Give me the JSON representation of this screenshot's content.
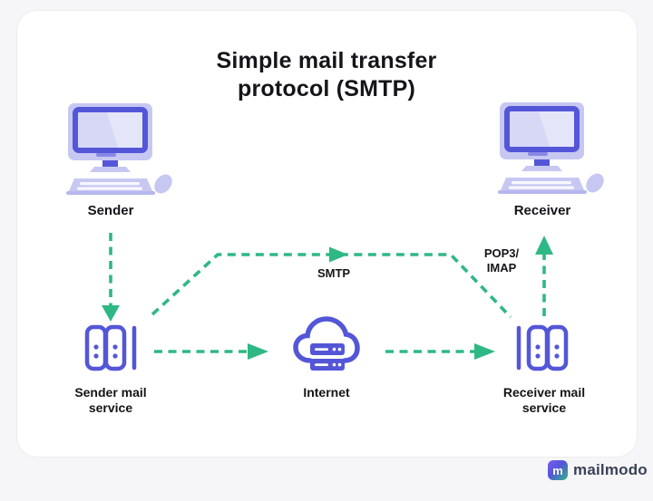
{
  "title": "Simple mail transfer\nprotocol (SMTP)",
  "colors": {
    "bg": "#f6f6f8",
    "card": "#ffffff",
    "text": "#141419",
    "purple": "#5456d8",
    "purple-light": "#c7c8f2",
    "purple-lighter": "#d7d8f6",
    "green": "#2eb885",
    "logo-text": "#3b4156"
  },
  "nodes": {
    "sender": {
      "label": "Sender"
    },
    "receiver": {
      "label": "Receiver"
    },
    "sender_service": {
      "label": "Sender mail\nservice"
    },
    "internet": {
      "label": "Internet"
    },
    "receiver_service": {
      "label": "Receiver mail\nservice"
    }
  },
  "edges": {
    "smtp": {
      "label": "SMTP"
    },
    "pop3": {
      "label": "POP3/\nIMAP"
    }
  },
  "footer": {
    "brand": "mailmodo",
    "logo_letter": "m"
  }
}
